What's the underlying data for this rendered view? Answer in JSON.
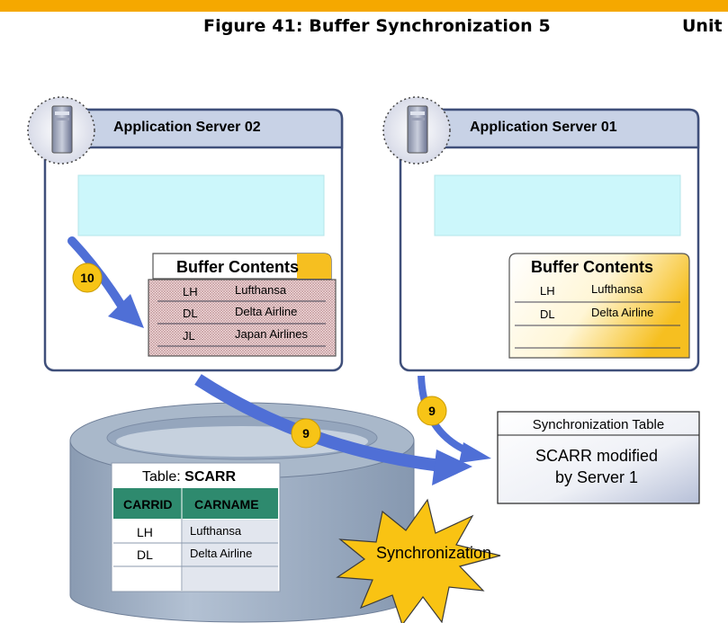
{
  "header": {
    "figure_title": "Figure 41: Buffer Synchronization 5",
    "unit_label": "Unit"
  },
  "colors": {
    "accent_bar": "#f5a800",
    "server_header": "#c8d2e6",
    "server_border": "#3f4f7a",
    "memory_area": "#ccf7fb",
    "arrow_blue": "#4f6fd6",
    "badge_yellow": "#f7c416",
    "table_header_green": "#2e8a6e",
    "cylinder": "#a6b5c8",
    "starburst": "#f9c313"
  },
  "server_left": {
    "title": "Application Server 02",
    "buffer_title": "Buffer Contents",
    "rows": [
      {
        "code": "LH",
        "name": "Lufthansa"
      },
      {
        "code": "DL",
        "name": "Delta Airline"
      },
      {
        "code": "JL",
        "name": "Japan Airlines"
      }
    ]
  },
  "server_right": {
    "title": "Application Server 01",
    "buffer_title": "Buffer Contents",
    "rows": [
      {
        "code": "LH",
        "name": "Lufthansa"
      },
      {
        "code": "DL",
        "name": "Delta Airline"
      }
    ]
  },
  "steps": {
    "step_10": "10",
    "step_9_db": "9",
    "step_9_sync": "9"
  },
  "sync_table": {
    "title": "Synchronization Table",
    "line1": "SCARR modified",
    "line2": "by Server 1"
  },
  "db_table": {
    "caption_prefix": "Table: ",
    "caption_name": "SCARR",
    "col1": "CARRID",
    "col2": "CARNAME",
    "rows": [
      {
        "code": "LH",
        "name": "Lufthansa"
      },
      {
        "code": "DL",
        "name": "Delta Airline"
      }
    ]
  },
  "starburst_label": "Synchronization"
}
